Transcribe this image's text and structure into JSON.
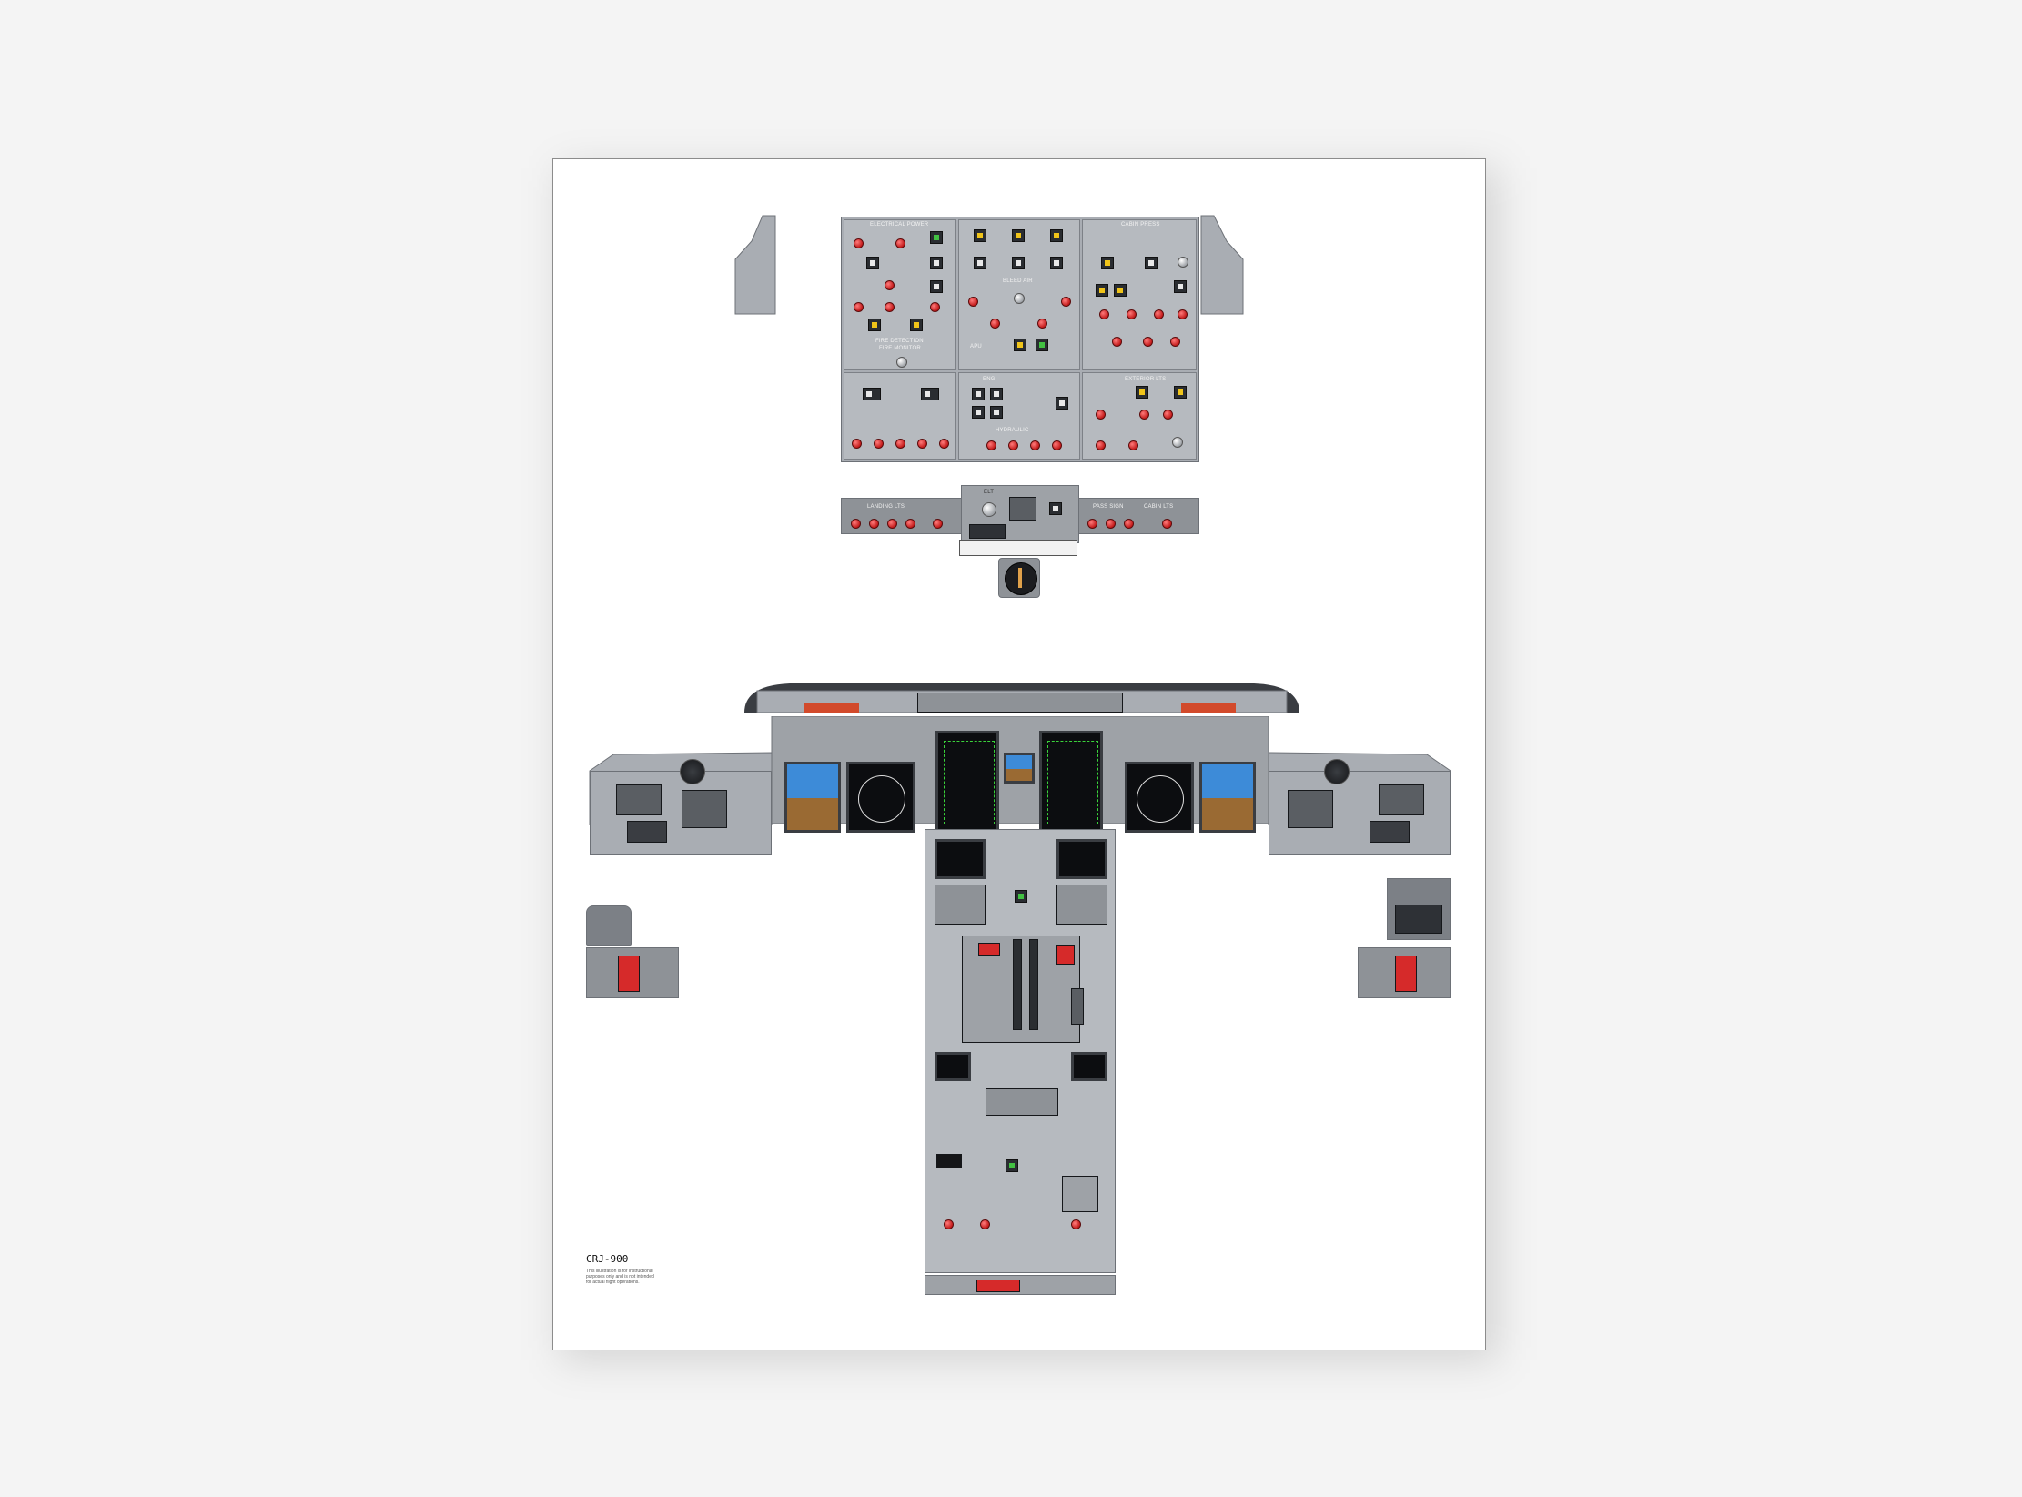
{
  "overhead": {
    "electrical_power": "ELECTRICAL POWER",
    "cabin_press": "CABIN PRESS",
    "bleed_air": "BLEED AIR",
    "fire_detection": "FIRE DETECTION",
    "fire_monitor": "FIRE MONITOR",
    "apu": "APU",
    "eng": "ENG",
    "hydraulic": "HYDRAULIC",
    "exterior_lts": "EXTERIOR LTS"
  },
  "overhead_lower": {
    "landing_lts": "LANDING LTS",
    "elt": "ELT",
    "pass_sign": "PASS SIGN",
    "cabin_lts": "CABIN LTS"
  },
  "caption": {
    "title": "CRJ-900",
    "note": "This illustration is for instructional purposes only and is not intended for actual flight operations."
  },
  "colors": {
    "panel": "#a9adb3",
    "knob_red": "#c21a1a",
    "annunciator_yellow": "#f0c419",
    "annunciator_green": "#42c142"
  }
}
